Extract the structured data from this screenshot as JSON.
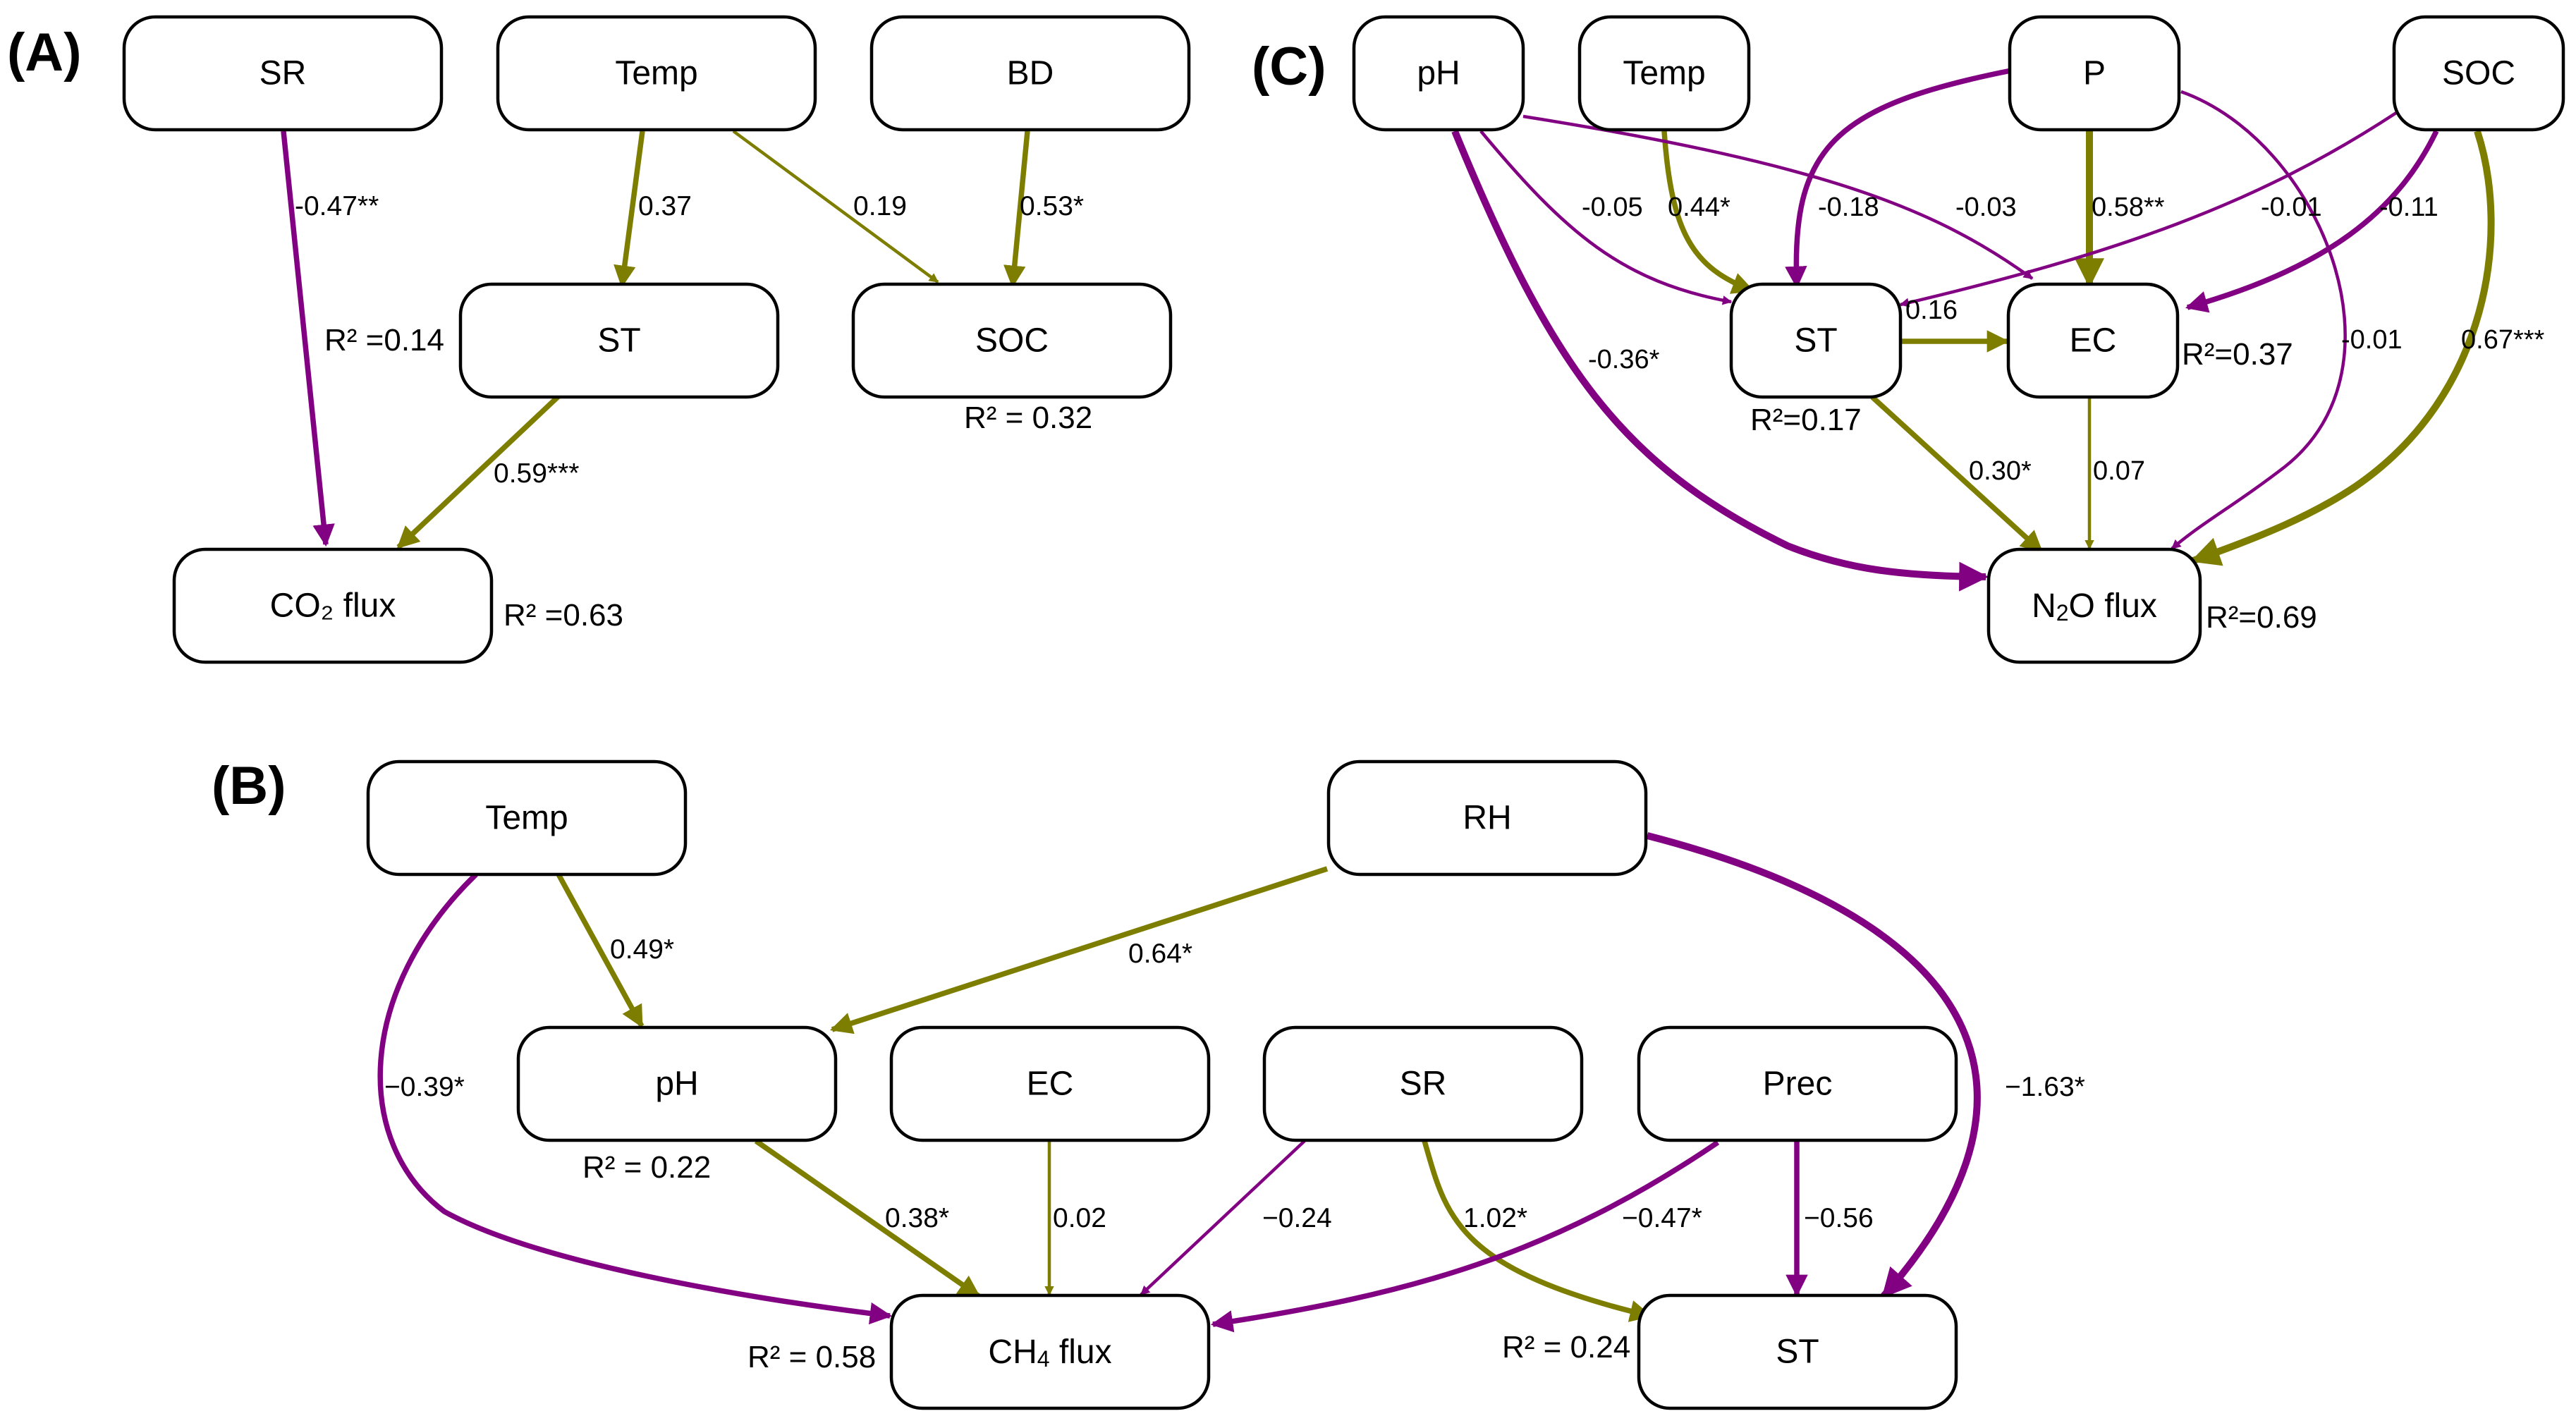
{
  "colors": {
    "positive": "#7d7d00",
    "negative": "#820082"
  },
  "panels": {
    "A": {
      "label": "(A)",
      "nodes": {
        "sr": "SR",
        "temp": "Temp",
        "bd": "BD",
        "st": "ST",
        "soc": "SOC",
        "co2": "CO₂  flux"
      },
      "coefficients": {
        "sr_co2": "-0.47**",
        "temp_st": "0.37",
        "temp_soc": "0.19",
        "bd_soc": "0.53*",
        "st_co2": "0.59***"
      },
      "r2": {
        "st": "R² =0.14",
        "soc": "R² = 0.32",
        "co2": "R² =0.63"
      }
    },
    "B": {
      "label": "(B)",
      "nodes": {
        "temp": "Temp",
        "rh": "RH",
        "ph": "pH",
        "ec": "EC",
        "sr": "SR",
        "prec": "Prec",
        "ch4": "CH",
        "ch4_sub": "4",
        "ch4_tail": " flux",
        "st": "ST"
      },
      "coefficients": {
        "temp_ph": "0.49*",
        "rh_ph": "0.64*",
        "temp_ch4": "−0.39*",
        "rh_st": "−1.63*",
        "ph_ch4": "0.38*",
        "ec_ch4": "0.02",
        "sr_ch4": "−0.24",
        "sr_st": "1.02*",
        "prec_ch4": "−0.47*",
        "prec_st": "−0.56"
      },
      "r2": {
        "ph": "R² = 0.22",
        "ch4": "R² = 0.58",
        "st": "R² = 0.24"
      }
    },
    "C": {
      "label": "(C)",
      "nodes": {
        "ph": "pH",
        "temp": "Temp",
        "p": "P",
        "soc": "SOC",
        "st": "ST",
        "ec": "EC",
        "n2o": "N",
        "n2o_sub": "2",
        "n2o_tail": "O flux"
      },
      "coefficients": {
        "ph_st": "-0.05",
        "temp_st": "0.44*",
        "p_st": "-0.18",
        "ph_ec": "-0.03",
        "p_ec": "0.58**",
        "soc_st": "-0.01",
        "soc_ec": "-0.11",
        "st_ec": "0.16",
        "ph_n2o": "-0.36*",
        "p_n2o": "-0.01",
        "soc_n2o": "0.67***",
        "st_n2o": "0.30*",
        "ec_n2o": "0.07"
      },
      "r2": {
        "st": "R²=0.17",
        "ec": "R²=0.37",
        "n2o": "R²=0.69"
      }
    }
  }
}
